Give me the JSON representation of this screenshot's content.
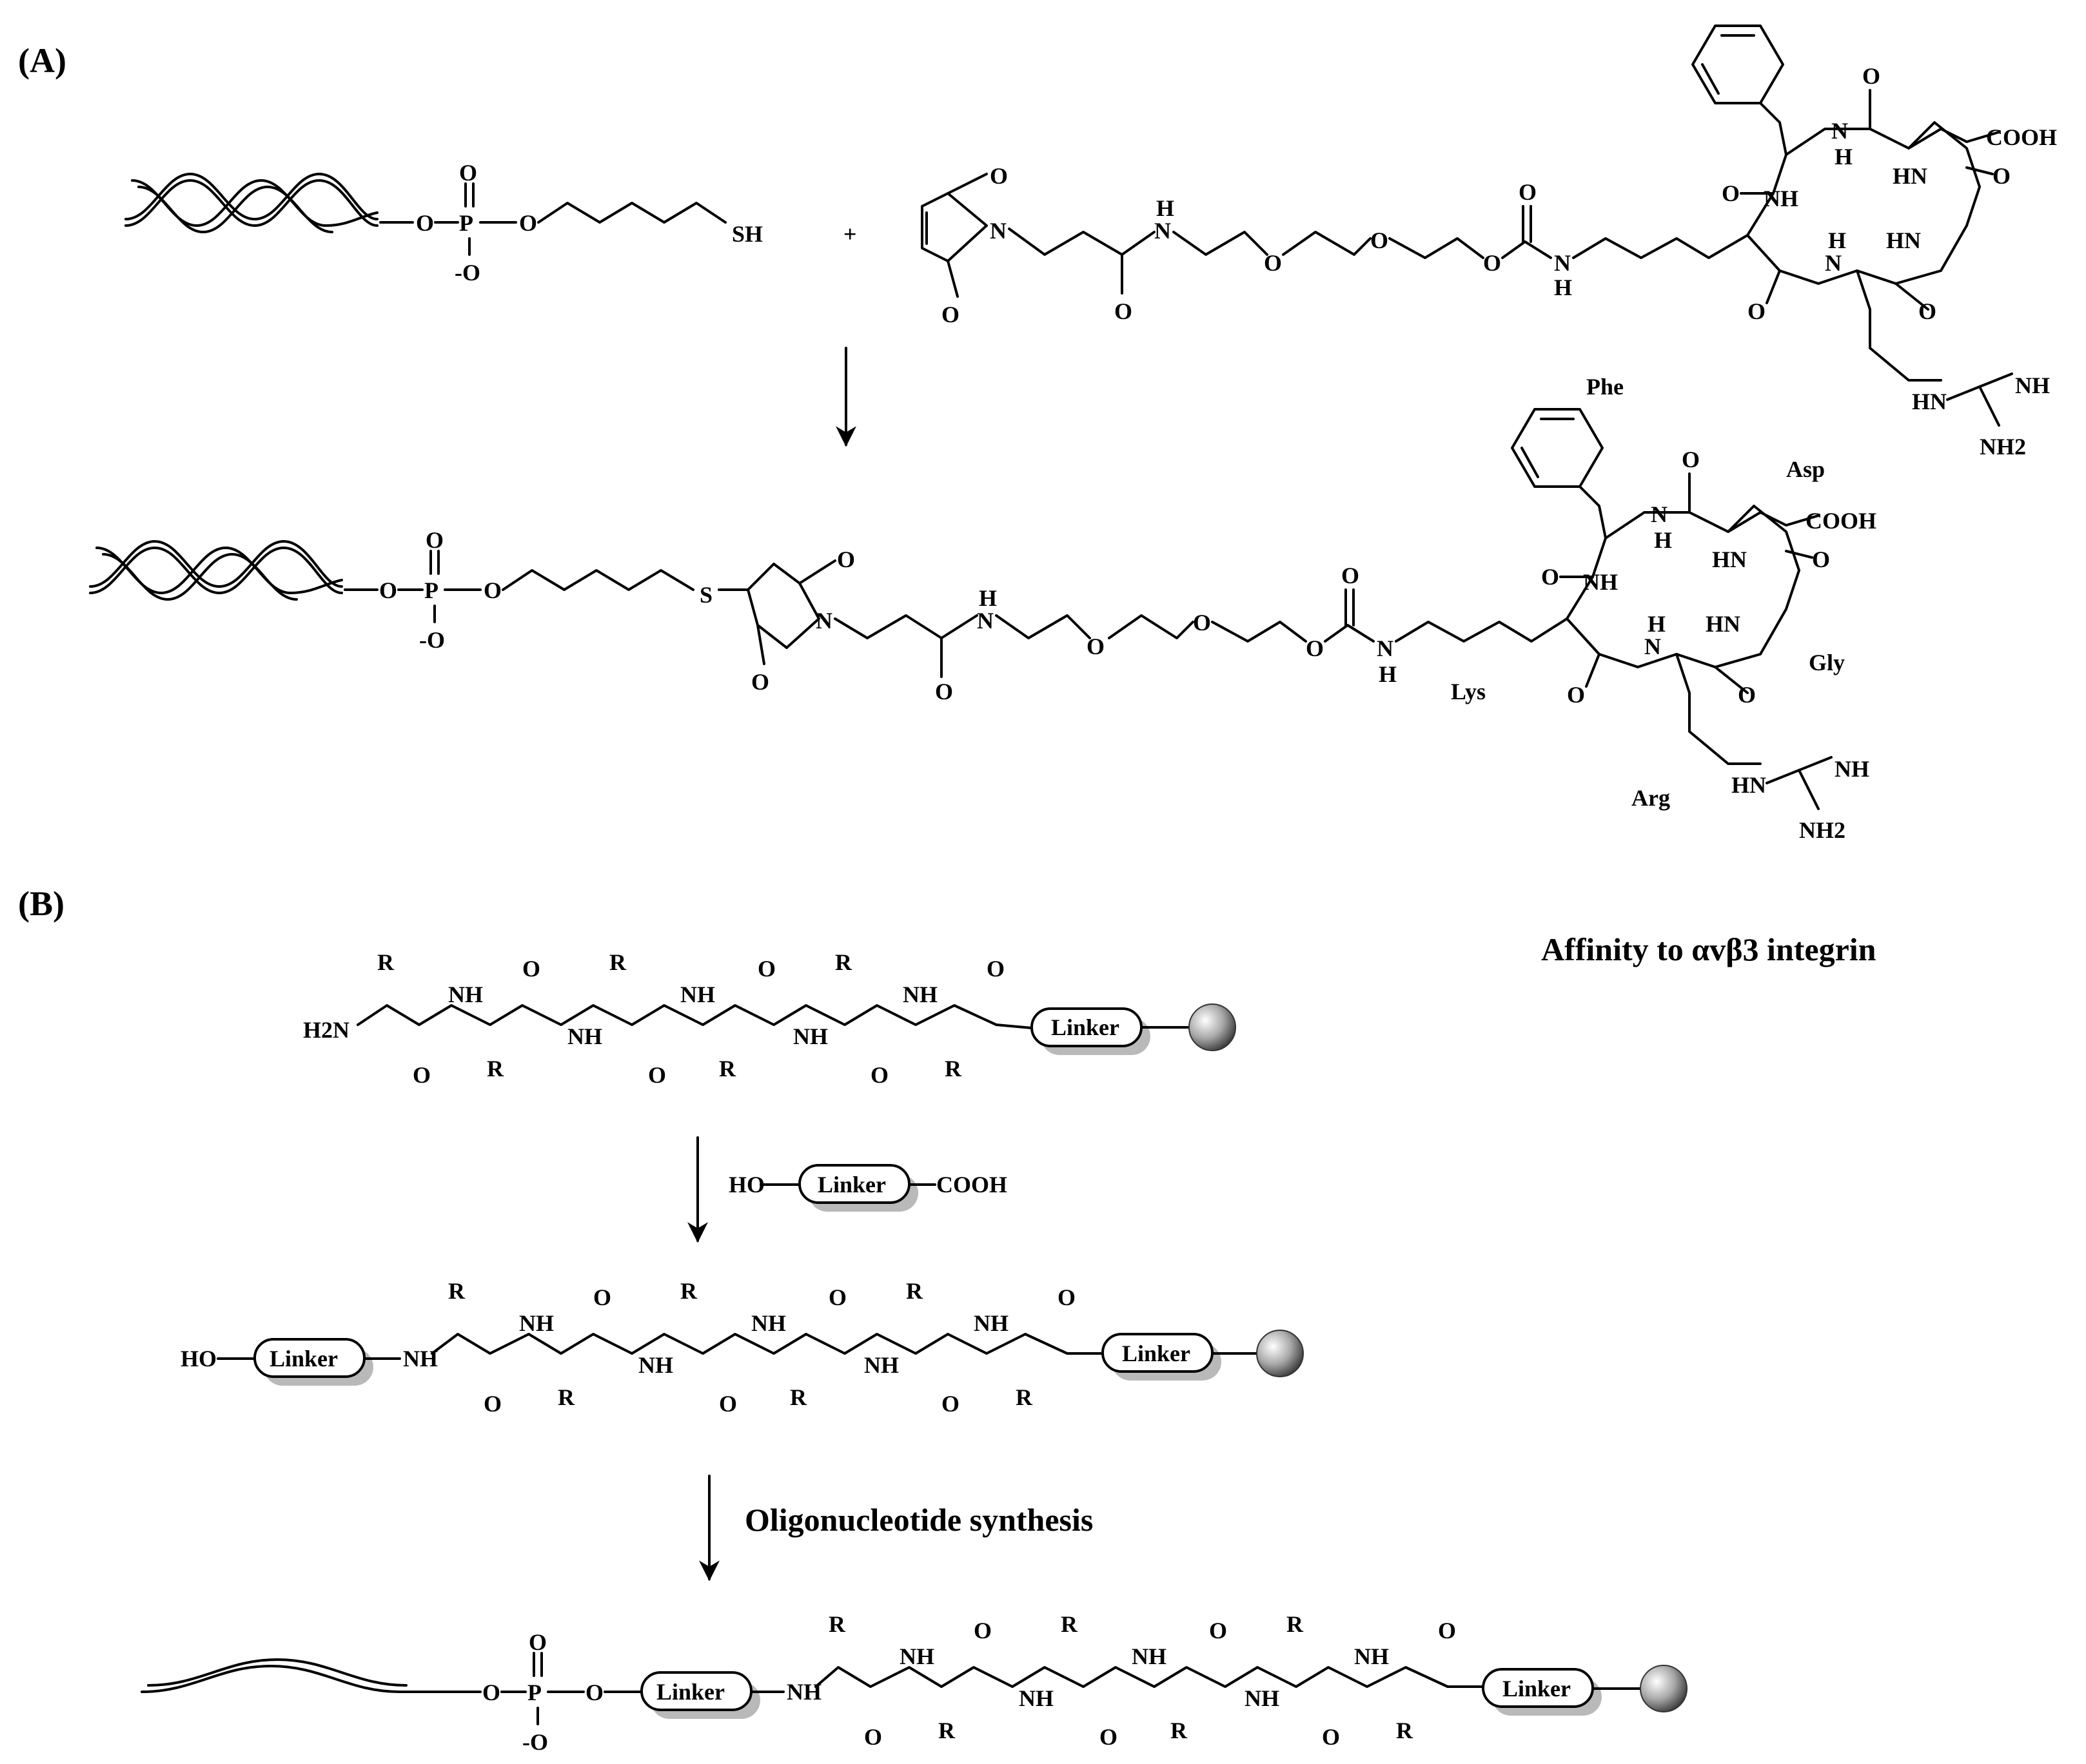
{
  "panels": {
    "a": "(A)",
    "b": "(B)"
  },
  "atoms": {
    "O": "O",
    "O_minus": "-O",
    "P": "P",
    "SH": "SH",
    "S": "S",
    "N": "N",
    "H": "H",
    "HN": "HN",
    "NH": "NH",
    "NH2": "NH2",
    "COOH": "COOH",
    "HO": "HO",
    "H2N": "H2N",
    "R": "R",
    "plus": "+"
  },
  "residues": {
    "phe": "Phe",
    "asp": "Asp",
    "gly": "Gly",
    "arg": "Arg",
    "lys": "Lys"
  },
  "linker": "Linker",
  "affinity": "Affinity to αvβ3 integrin",
  "step_label": "Oligonucleotide synthesis",
  "colors": {
    "ink": "#000000",
    "shadow": "#b9b9b9",
    "bead": "#8a8a8a"
  }
}
